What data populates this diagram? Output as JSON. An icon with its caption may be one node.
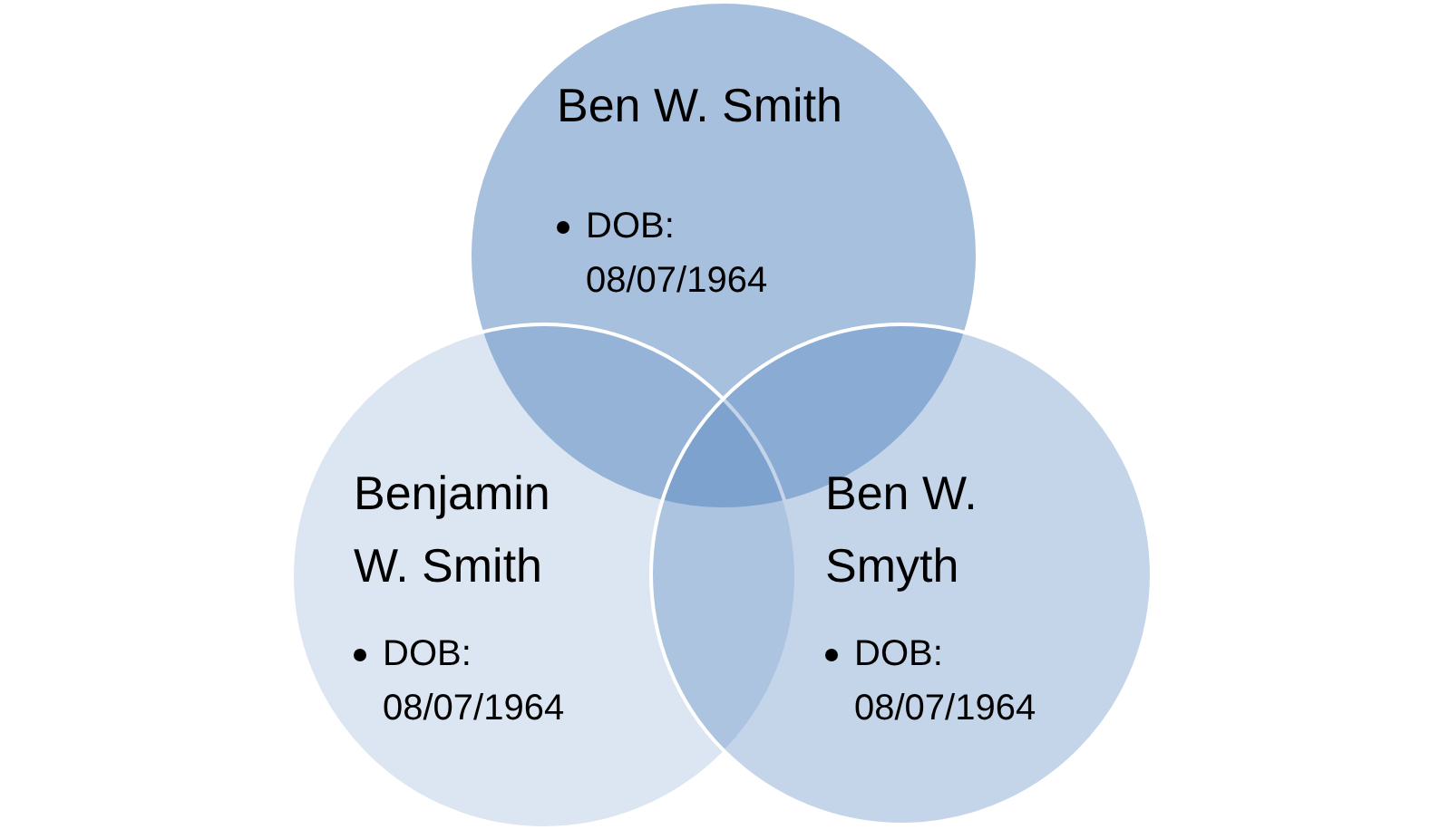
{
  "diagram": {
    "nodes": [
      {
        "text": [
          "Ben W. Smith",
          "DOB: 08/07/1964"
        ]
      },
      {
        "text": [
          "Benjamin W. Smith",
          "DOB: 08/07/1964"
        ]
      },
      {
        "text": [
          "Ben W. Smyth",
          "DOB: 08/07/1964"
        ]
      }
    ],
    "edges": []
  }
}
